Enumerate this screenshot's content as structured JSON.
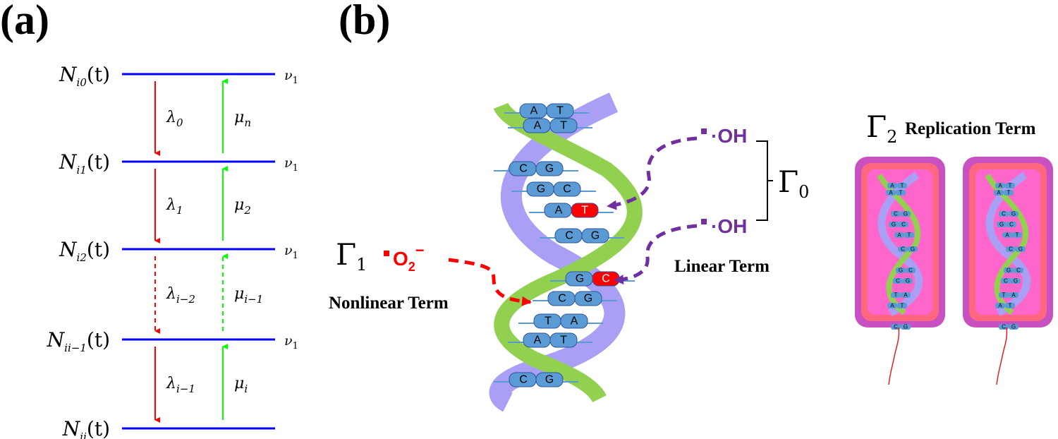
{
  "panels": {
    "a": "(a)",
    "b": "(b)"
  },
  "levels": [
    {
      "name": "N",
      "sub": "i0",
      "arg": "(t)",
      "nu": "ν",
      "nu_sub": "1"
    },
    {
      "name": "N",
      "sub": "i1",
      "arg": "(t)",
      "nu": "ν",
      "nu_sub": "1"
    },
    {
      "name": "N",
      "sub": "i2",
      "arg": "(t)",
      "nu": "ν",
      "nu_sub": "1"
    },
    {
      "name": "N",
      "sub": "ii−1",
      "arg": "(t)",
      "nu": "ν",
      "nu_sub": "1"
    },
    {
      "name": "N",
      "sub": "ii",
      "arg": "(t)"
    }
  ],
  "transitions": [
    {
      "down": "λ",
      "down_sub": "0",
      "up": "μ",
      "up_sub": "n",
      "dashed": false
    },
    {
      "down": "λ",
      "down_sub": "1",
      "up": "μ",
      "up_sub": "2",
      "dashed": false
    },
    {
      "down": "λ",
      "down_sub": "i−2",
      "up": "μ",
      "up_sub": "i−1",
      "dashed": true
    },
    {
      "down": "λ",
      "down_sub": "i−1",
      "up": "μ",
      "up_sub": "i",
      "dashed": false
    }
  ],
  "gammas": {
    "g0": {
      "symbol": "Γ",
      "sub": "0"
    },
    "g1": {
      "symbol": "Γ",
      "sub": "1"
    },
    "g2": {
      "symbol": "Γ",
      "sub": "2"
    }
  },
  "terms": {
    "nonlinear": "Nonlinear Term",
    "linear": "Linear Term",
    "replication": "Replication Term"
  },
  "radicals": {
    "oh_top": "·OH",
    "oh_bottom": "·OH",
    "o2": "O",
    "o2_sub": "2",
    "o2_sup": "−"
  },
  "base_pairs": [
    [
      "A",
      "T"
    ],
    [
      "A",
      "T"
    ],
    [
      "C",
      "G"
    ],
    [
      "G",
      "C"
    ],
    [
      "A",
      "T"
    ],
    [
      "C",
      "G"
    ],
    [
      "G",
      "C"
    ],
    [
      "C",
      "G"
    ],
    [
      "T",
      "A"
    ],
    [
      "A",
      "T"
    ],
    [
      "C",
      "G"
    ]
  ],
  "cell_base_pairs": [
    [
      "A",
      "T"
    ],
    [
      "A",
      "T"
    ],
    [
      "C",
      "G"
    ],
    [
      "G",
      "C"
    ],
    [
      "A",
      "T"
    ],
    [
      "C",
      "G"
    ],
    [
      "G",
      "C"
    ],
    [
      "C",
      "G"
    ],
    [
      "T",
      "A"
    ],
    [
      "A",
      "T"
    ],
    [
      "C",
      "G"
    ]
  ],
  "colors": {
    "level_line": "#0000ff",
    "down_arrow": "#ff0000",
    "up_arrow": "#00ff00",
    "radical_oh": "#7030a0",
    "radical_o2": "#ff0000",
    "damaged_base": "#ff0000",
    "base_fill": "#5b9bd5",
    "strand_green": "#92d050",
    "strand_lavender": "#a9a0f5",
    "cell_outer": "#c850c0",
    "cell_mid": "#ff6680",
    "cell_inner": "#ff66cc"
  }
}
